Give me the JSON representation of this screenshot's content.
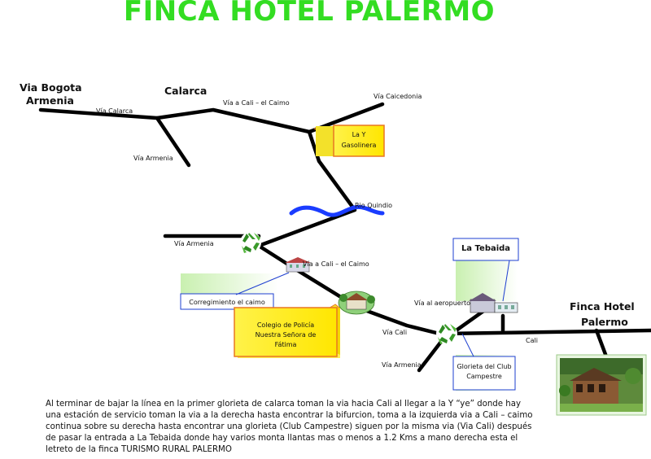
{
  "title": "FINCA HOTEL PALERMO",
  "places": {
    "via_bogota": "Via Bogota",
    "armenia": "Armenia",
    "calarca": "Calarca",
    "finca_hotel_1": "Finca Hotel",
    "finca_hotel_2": "Palermo"
  },
  "roads": {
    "via_calarca": "Vía Calarca",
    "via_armenia_1": "Vía Armenia",
    "via_cali_caimo_1": "Vía a Cali – el Caimo",
    "via_caicedonia": "Vía Caicedonia",
    "rio_quindio": "Rio Quindio",
    "via_armenia_2": "Vía Armenia",
    "via_cali_caimo_2": "Vía a Cali – el Caimo",
    "via_aeropuerto": "Vía al aeropuerto",
    "via_cali": "Vía Cali",
    "via_armenia_3": "Vía Armenia",
    "via_cali_fragment": "Cali"
  },
  "callouts": {
    "la_y_1": "La Y",
    "la_y_2": "Gasolinera",
    "corregimiento": "Corregimiento el caimo",
    "colegio_1": "Colegio de Policía",
    "colegio_2": "Nuestra Señora de",
    "colegio_3": "Fátima",
    "la_tebaida": "La Tebaida",
    "glorieta_1": "Glorieta del Club",
    "glorieta_2": "Campestre"
  },
  "description": "Al terminar de bajar la línea en la primer glorieta de  calarca toman la via hacia  Cali  al llegar a la Y “ye” donde hay una estación de servicio toman  la via a la derecha  hasta encontrar la bifurcion, toma a la izquierda via a Cali – caimo continua sobre su derecha hasta  encontrar una glorieta (Club Campestre) siguen por la misma via (Via Cali)  después de pasar la entrada a  La Tebaida  donde hay varios monta llantas  mas o menos a 1.2 Kms a mano derecha esta el letreto de la finca TURISMO RURAL PALERMO",
  "colors": {
    "title": "#33dd22",
    "road": "#000000",
    "river": "#1a3cff",
    "callout_yellow": "#ffee33",
    "callout_border": "#e87722",
    "callout_green": "#dff5c8",
    "callout_line": "#1e3fd0"
  },
  "icons": [
    "recycle-roundabout-icon",
    "building-icon",
    "village-icon",
    "school-icon",
    "hotel-photo"
  ]
}
